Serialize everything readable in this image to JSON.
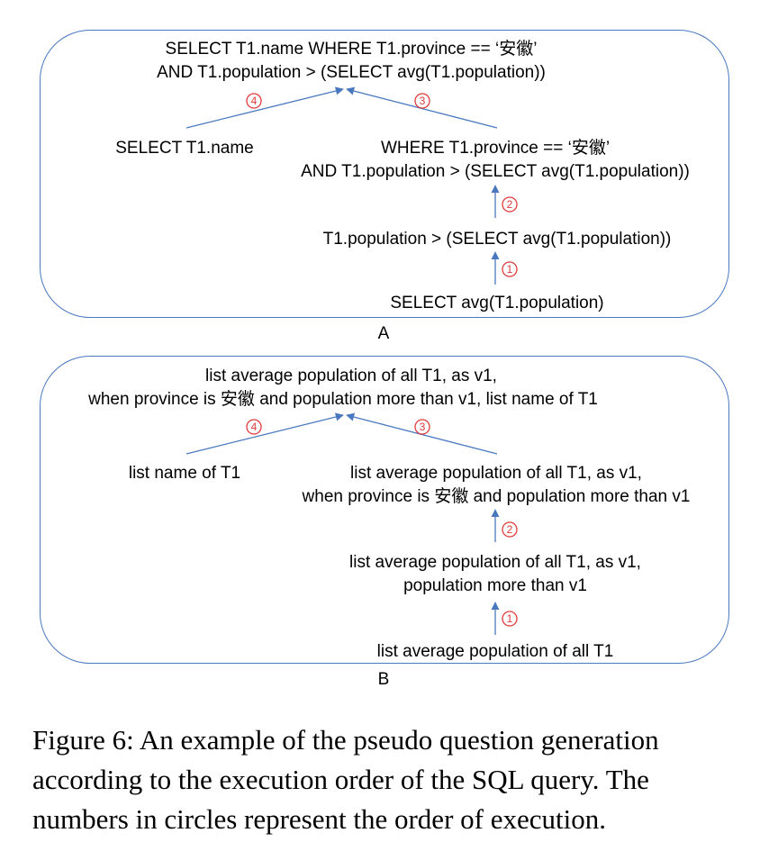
{
  "panel_a": {
    "label": "A",
    "root_line1": "SELECT T1.name WHERE T1.province == ‘安徽’",
    "root_line2": "AND T1.population > (SELECT avg(T1.population))",
    "left_leaf": "SELECT T1.name",
    "mid_line1": "WHERE T1.province == ‘安徽’",
    "mid_line2": "AND T1.population > (SELECT avg(T1.population))",
    "lower": "T1.population > (SELECT avg(T1.population))",
    "bottom": "SELECT avg(T1.population)"
  },
  "panel_b": {
    "label": "B",
    "root_line1": "list average population of all T1, as v1,",
    "root_line2": "when province is 安徽 and population more than v1, list name of T1",
    "left_leaf": "list name of T1",
    "mid_line1": "list average population of all T1, as v1,",
    "mid_line2": "when province is 安徽 and population more than v1",
    "lower_line1": "list average population of all T1, as v1,",
    "lower_line2": "population more than v1",
    "bottom": "list average population of all T1"
  },
  "steps": [
    "1",
    "2",
    "3",
    "4"
  ],
  "colors": {
    "panel_border": "#4a78c0",
    "arrow": "#4a78c0",
    "step_circle": "#e03a3a"
  },
  "caption": {
    "line1": "Figure 6: An example of the pseudo question generation",
    "line2": "according to the execution order of the SQL query. The",
    "line3": "numbers in circles represent the order of execution."
  }
}
